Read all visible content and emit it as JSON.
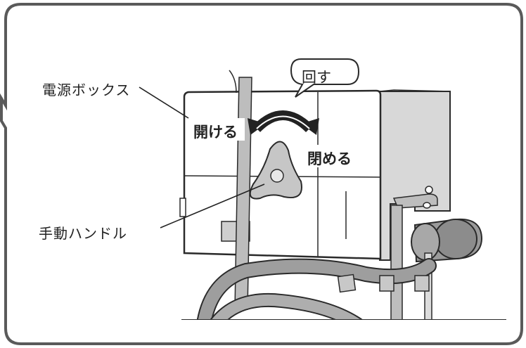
{
  "labels": {
    "power_box": "電源ボックス",
    "manual_handle": "手動ハンドル",
    "rotate": "回す",
    "open": "開ける",
    "close": "閉める"
  },
  "colors": {
    "frame": "#5a5a5a",
    "box_fill": "#ffffff",
    "shade": "#d4d4d4",
    "line": "#2a2a2a"
  }
}
